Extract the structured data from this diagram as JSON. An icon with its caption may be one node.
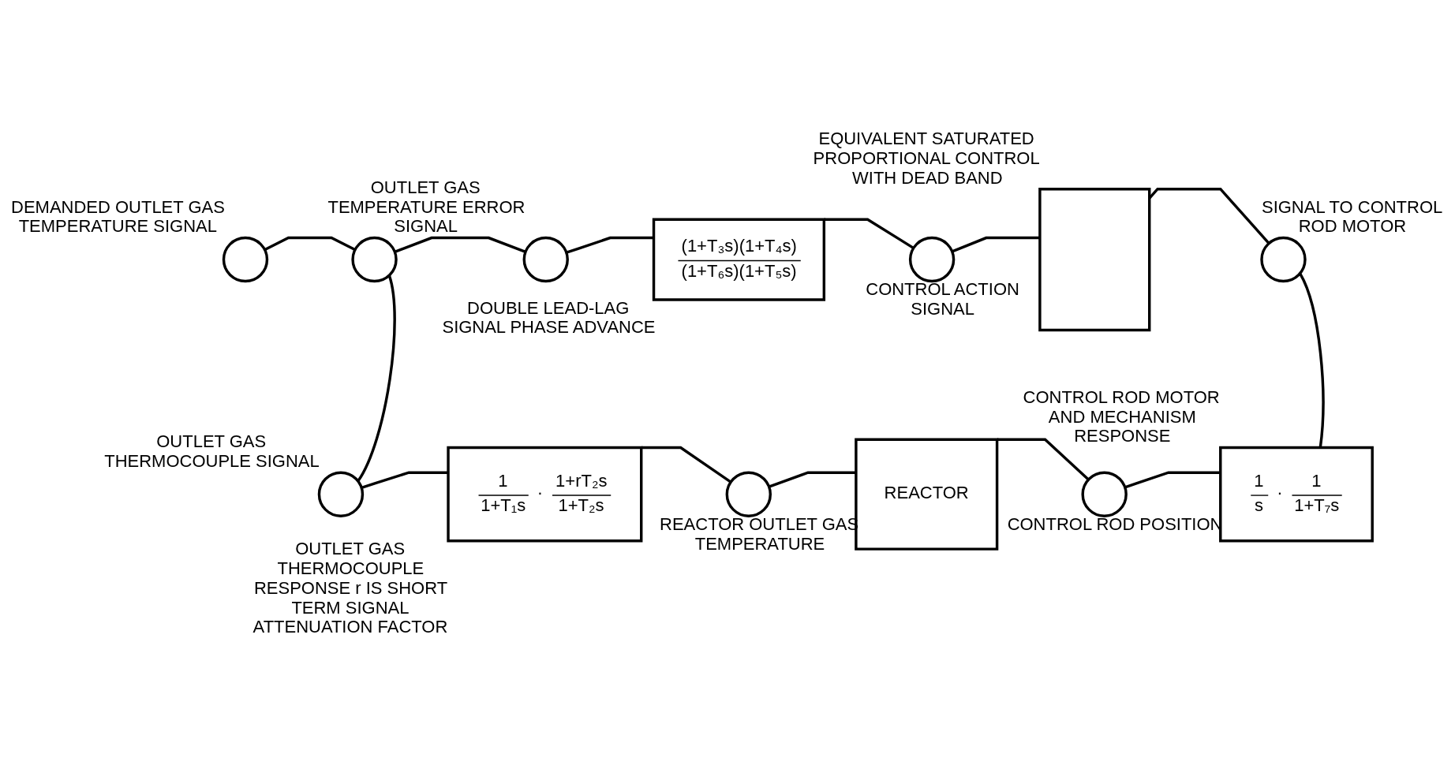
{
  "diagram": {
    "nodes": [
      {
        "text": [],
        "shape": "circle",
        "beside": [
          "DEMANDED OUTLET GAS TEMPERATURE SIGNAL"
        ]
      },
      {
        "text": [],
        "shape": "circle"
      },
      {
        "text": [],
        "shape": "circle",
        "beside": [
          "OUTLET GAS TEMPERATURE ERROR SIGNAL"
        ]
      },
      {
        "text": [
          "(1+T₃s)(1+T₄s)",
          "(1+T₆s)(1+T₅s)"
        ],
        "beside": [
          "DOUBLE LEAD-LAG SIGNAL PHASE ADVANCE"
        ]
      },
      {
        "text": [],
        "shape": "circle",
        "beside": [
          "CONTROL ACTION SIGNAL"
        ]
      },
      {
        "text": [],
        "shape": "box",
        "beside": [
          "EQUIVALENT SATURATED PROPORTIONAL CONTROL WITH DEAD BAND"
        ]
      },
      {
        "text": [],
        "shape": "circle",
        "beside": [
          "SIGNAL TO CONTROL ROD MOTOR"
        ]
      },
      {
        "text": [
          "1",
          "s",
          "·",
          "1",
          "1+T₇s"
        ],
        "beside": [
          "CONTROL ROD MOTOR AND MECHANISM RESPONSE"
        ]
      },
      {
        "text": [],
        "shape": "circle",
        "beside": [
          "CONTROL ROD POSITION"
        ]
      },
      {
        "text": [
          "REACTOR"
        ]
      },
      {
        "text": [],
        "shape": "circle",
        "beside": [
          "REACTOR OUTLET GAS TEMPERATURE"
        ]
      },
      {
        "text": [
          "1",
          "1+T₁s",
          "·",
          "1+rT₂s",
          "1+T₂s"
        ],
        "beside": [
          "OUTLET GAS THERMOCOUPLE RESPONSE r IS SHORT TERM SIGNAL ATTENUATION FACTOR"
        ]
      },
      {
        "text": [],
        "shape": "circle",
        "beside": [
          "OUTLET GAS THERMOCOUPLE SIGNAL"
        ]
      }
    ],
    "edges": [
      {
        "from": 0,
        "to": 1,
        "arrow": "none"
      },
      {
        "from": 1,
        "to": 2,
        "arrow": "none"
      },
      {
        "from": 2,
        "to": 3,
        "arrow": "none"
      },
      {
        "from": 3,
        "to": 4,
        "arrow": "none"
      },
      {
        "from": 4,
        "to": 5,
        "arrow": "none"
      },
      {
        "from": 5,
        "to": 6,
        "arrow": "none"
      },
      {
        "from": 6,
        "to": 7,
        "arrow": "none"
      },
      {
        "from": 7,
        "to": 8,
        "arrow": "none"
      },
      {
        "from": 8,
        "to": 9,
        "arrow": "none"
      },
      {
        "from": 9,
        "to": 10,
        "arrow": "none"
      },
      {
        "from": 10,
        "to": 11,
        "arrow": "none"
      },
      {
        "from": 11,
        "to": 12,
        "arrow": "none"
      },
      {
        "from": 12,
        "to": 1,
        "arrow": "none"
      }
    ]
  }
}
